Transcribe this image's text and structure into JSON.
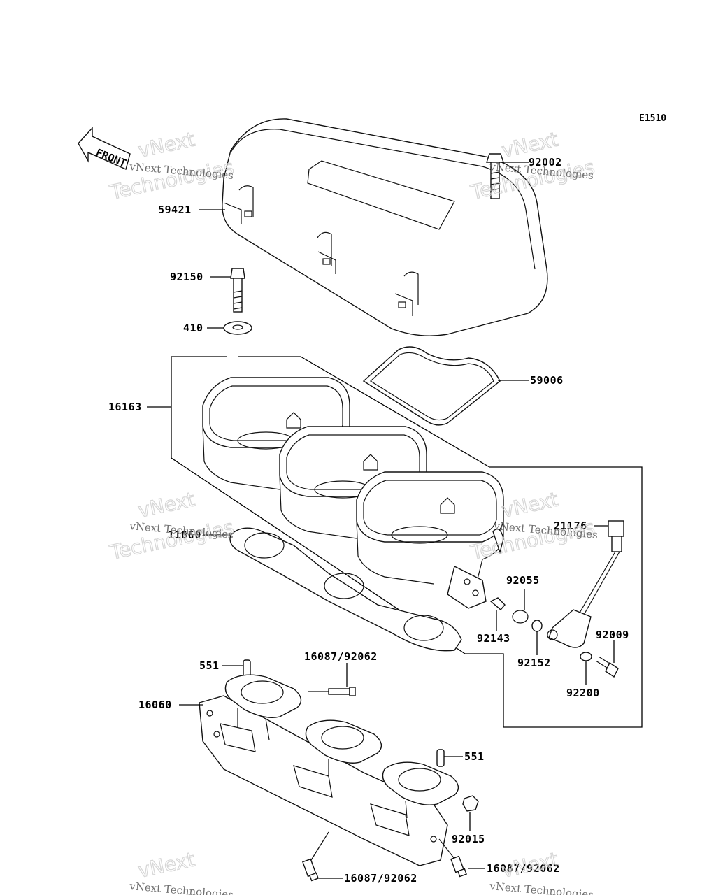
{
  "diagram_code": "E1510",
  "front_label": "FRONT",
  "watermark": {
    "line1": "vNext Technologies",
    "line2": "Technologies",
    "line3": "vNext"
  },
  "parts": {
    "p59421": "59421",
    "p92002": "92002",
    "p92150": "92150",
    "p410": "410",
    "p59006": "59006",
    "p16163": "16163",
    "p11060": "11060",
    "p21176": "21176",
    "p92055": "92055",
    "p92143": "92143",
    "p92152": "92152",
    "p92009": "92009",
    "p92200": "92200",
    "p551a": "551",
    "p16087a": "16087/92062",
    "p16060": "16060",
    "p551b": "551",
    "p92015": "92015",
    "p16087b": "16087/92062",
    "p16087c": "16087/92062"
  }
}
